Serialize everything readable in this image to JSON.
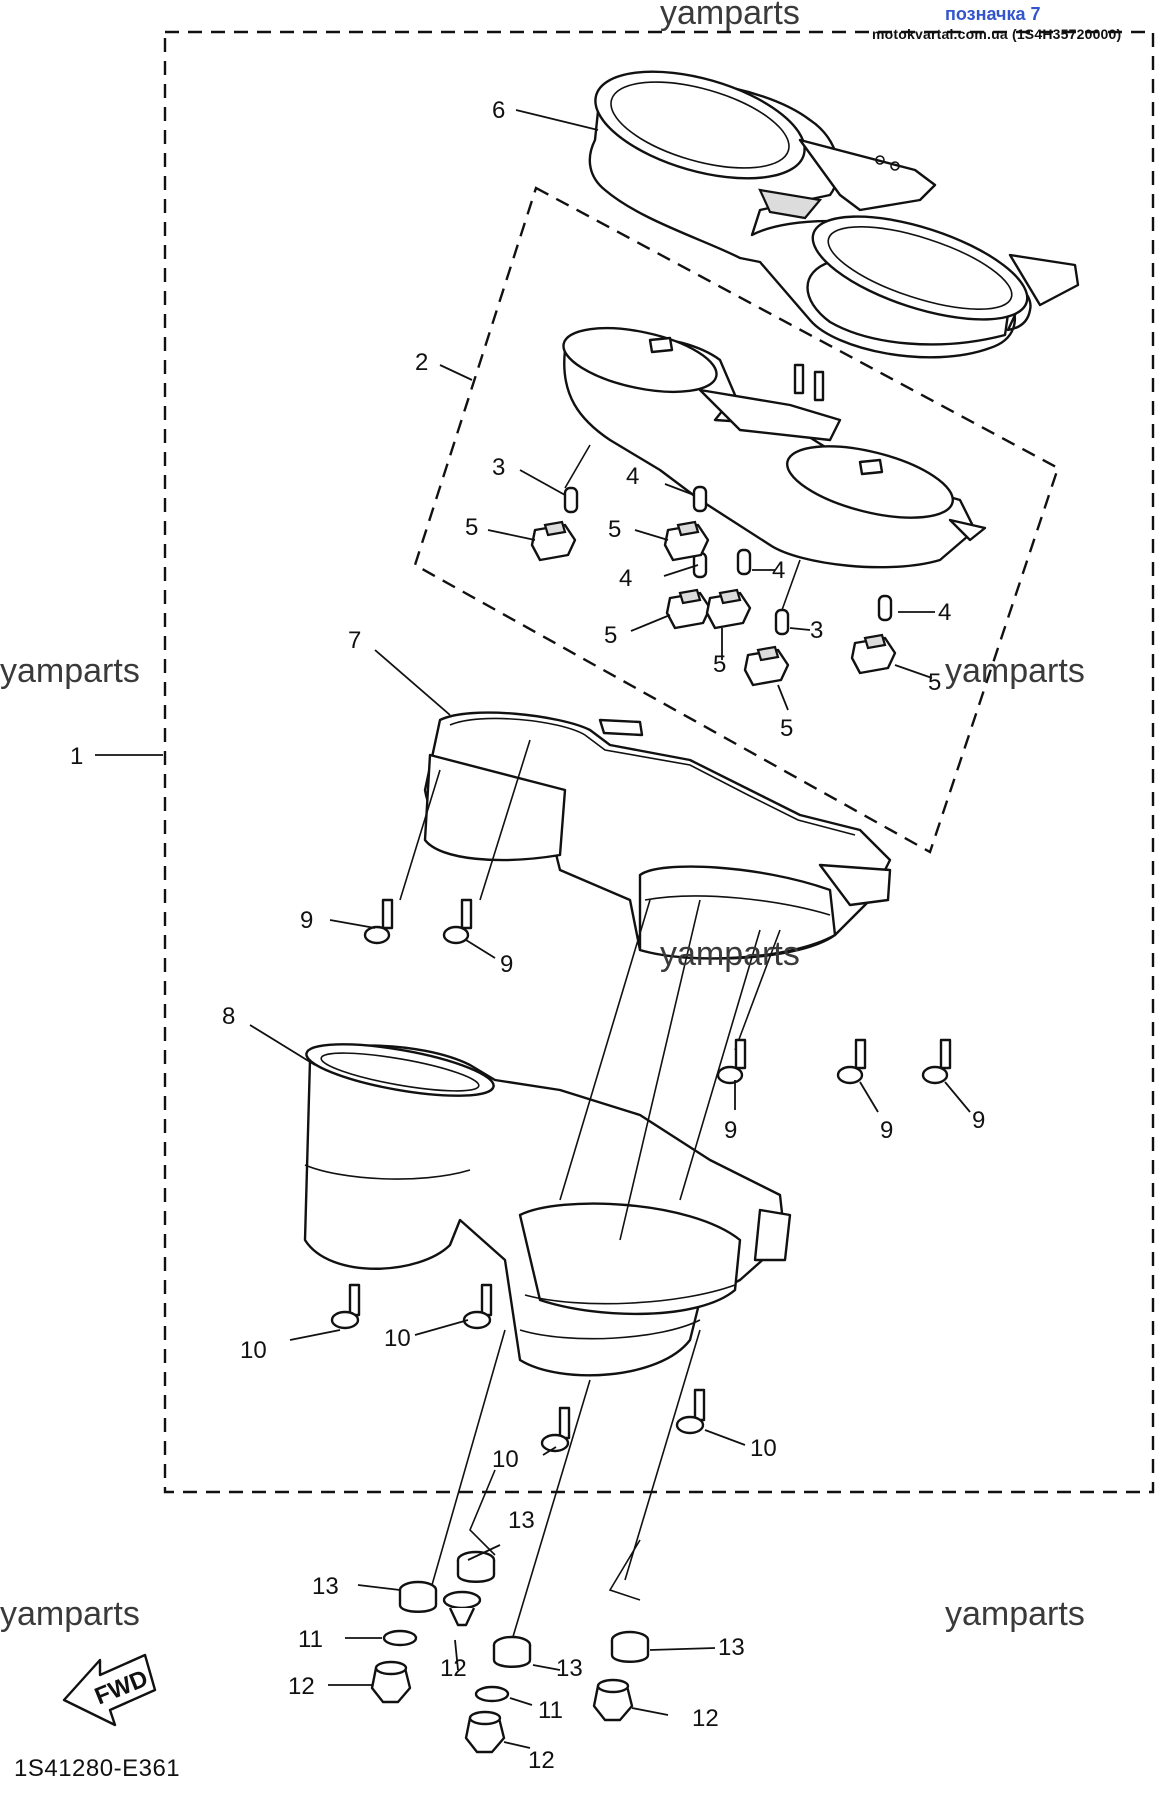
{
  "header": {
    "watermark_top": "yamparts",
    "tag_title": "позначка 7",
    "tag_source": "motokvartal.com.ua (1S4H35720000)"
  },
  "watermarks": [
    "yamparts",
    "yamparts",
    "yamparts",
    "yamparts",
    "yamparts"
  ],
  "diagram_code": "1S41280-E361",
  "fwd_label": "FWD",
  "part_labels": [
    {
      "id": "p1",
      "text": "1"
    },
    {
      "id": "p2",
      "text": "2"
    },
    {
      "id": "p3a",
      "text": "3"
    },
    {
      "id": "p3b",
      "text": "3"
    },
    {
      "id": "p4a",
      "text": "4"
    },
    {
      "id": "p4b",
      "text": "4"
    },
    {
      "id": "p4c",
      "text": "4"
    },
    {
      "id": "p4d",
      "text": "4"
    },
    {
      "id": "p5a",
      "text": "5"
    },
    {
      "id": "p5b",
      "text": "5"
    },
    {
      "id": "p5c",
      "text": "5"
    },
    {
      "id": "p5d",
      "text": "5"
    },
    {
      "id": "p5e",
      "text": "5"
    },
    {
      "id": "p5f",
      "text": "5"
    },
    {
      "id": "p6",
      "text": "6"
    },
    {
      "id": "p7",
      "text": "7"
    },
    {
      "id": "p8",
      "text": "8"
    },
    {
      "id": "p9a",
      "text": "9"
    },
    {
      "id": "p9b",
      "text": "9"
    },
    {
      "id": "p9c",
      "text": "9"
    },
    {
      "id": "p9d",
      "text": "9"
    },
    {
      "id": "p9e",
      "text": "9"
    },
    {
      "id": "p10a",
      "text": "10"
    },
    {
      "id": "p10b",
      "text": "10"
    },
    {
      "id": "p10c",
      "text": "10"
    },
    {
      "id": "p10d",
      "text": "10"
    },
    {
      "id": "p11a",
      "text": "11"
    },
    {
      "id": "p11b",
      "text": "11"
    },
    {
      "id": "p12a",
      "text": "12"
    },
    {
      "id": "p12b",
      "text": "12"
    },
    {
      "id": "p12c",
      "text": "12"
    },
    {
      "id": "p12d",
      "text": "12"
    },
    {
      "id": "p13a",
      "text": "13"
    },
    {
      "id": "p13b",
      "text": "13"
    },
    {
      "id": "p13c",
      "text": "13"
    },
    {
      "id": "p13d",
      "text": "13"
    }
  ],
  "colors": {
    "line": "#111111",
    "tag": "#3355cc",
    "watermark": "#3a3a3a"
  }
}
